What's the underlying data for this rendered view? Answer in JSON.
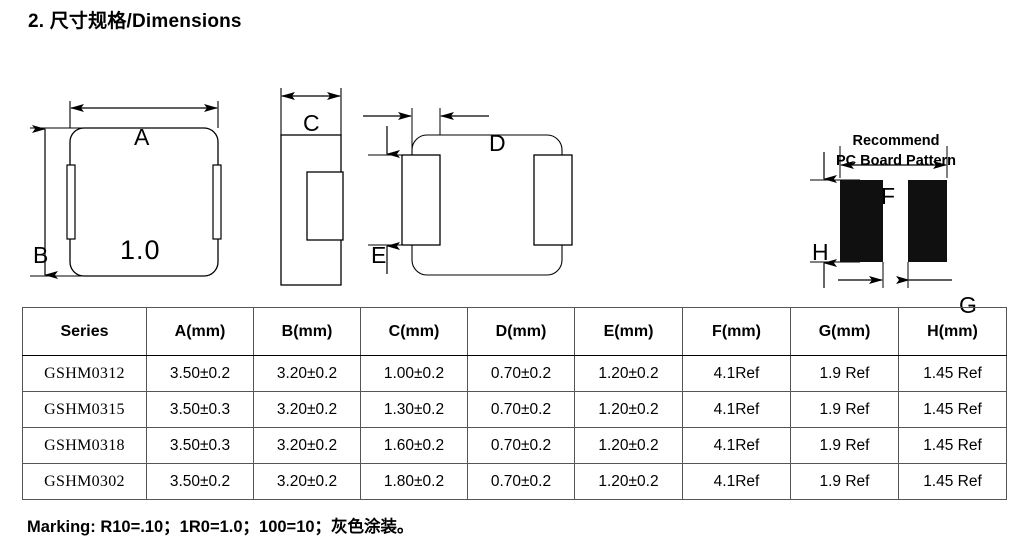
{
  "page": {
    "section_title": "2. 尺寸规格/Dimensions",
    "marking_note": "Marking: R10=.10；1R0=1.0；100=10；灰色涂装。"
  },
  "drawings": {
    "top_view": {
      "part_marking": "1.0",
      "dimension_labels": {
        "width": "A",
        "height": "B"
      }
    },
    "side_view": {
      "dimension_labels": {
        "width": "C"
      }
    },
    "bottom_view": {
      "dimension_labels": {
        "pad_offset": "D",
        "pad_height": "E"
      }
    },
    "pcb_pattern": {
      "caption_line1": "Recommend",
      "caption_line2": "PC Board Pattern",
      "dimension_labels": {
        "overall_width": "F",
        "gap": "G",
        "pad_height": "H"
      }
    },
    "colors": {
      "line": "#000000",
      "pad_fill": "#101010",
      "background": "#ffffff"
    }
  },
  "table": {
    "headers": [
      "Series",
      "A(mm)",
      "B(mm)",
      "C(mm)",
      "D(mm)",
      "E(mm)",
      "F(mm)",
      "G(mm)",
      "H(mm)"
    ],
    "rows": [
      {
        "series": "GSHM0312",
        "a": "3.50±0.2",
        "b": "3.20±0.2",
        "c": "1.00±0.2",
        "d": "0.70±0.2",
        "e": "1.20±0.2",
        "f": "4.1Ref",
        "g": "1.9 Ref",
        "h": "1.45 Ref"
      },
      {
        "series": "GSHM0315",
        "a": "3.50±0.3",
        "b": "3.20±0.2",
        "c": "1.30±0.2",
        "d": "0.70±0.2",
        "e": "1.20±0.2",
        "f": "4.1Ref",
        "g": "1.9 Ref",
        "h": "1.45 Ref"
      },
      {
        "series": "GSHM0318",
        "a": "3.50±0.3",
        "b": "3.20±0.2",
        "c": "1.60±0.2",
        "d": "0.70±0.2",
        "e": "1.20±0.2",
        "f": "4.1Ref",
        "g": "1.9 Ref",
        "h": "1.45 Ref"
      },
      {
        "series": "GSHM0302",
        "a": "3.50±0.2",
        "b": "3.20±0.2",
        "c": "1.80±0.2",
        "d": "0.70±0.2",
        "e": "1.20±0.2",
        "f": "4.1Ref",
        "g": "1.9 Ref",
        "h": "1.45 Ref"
      }
    ]
  }
}
